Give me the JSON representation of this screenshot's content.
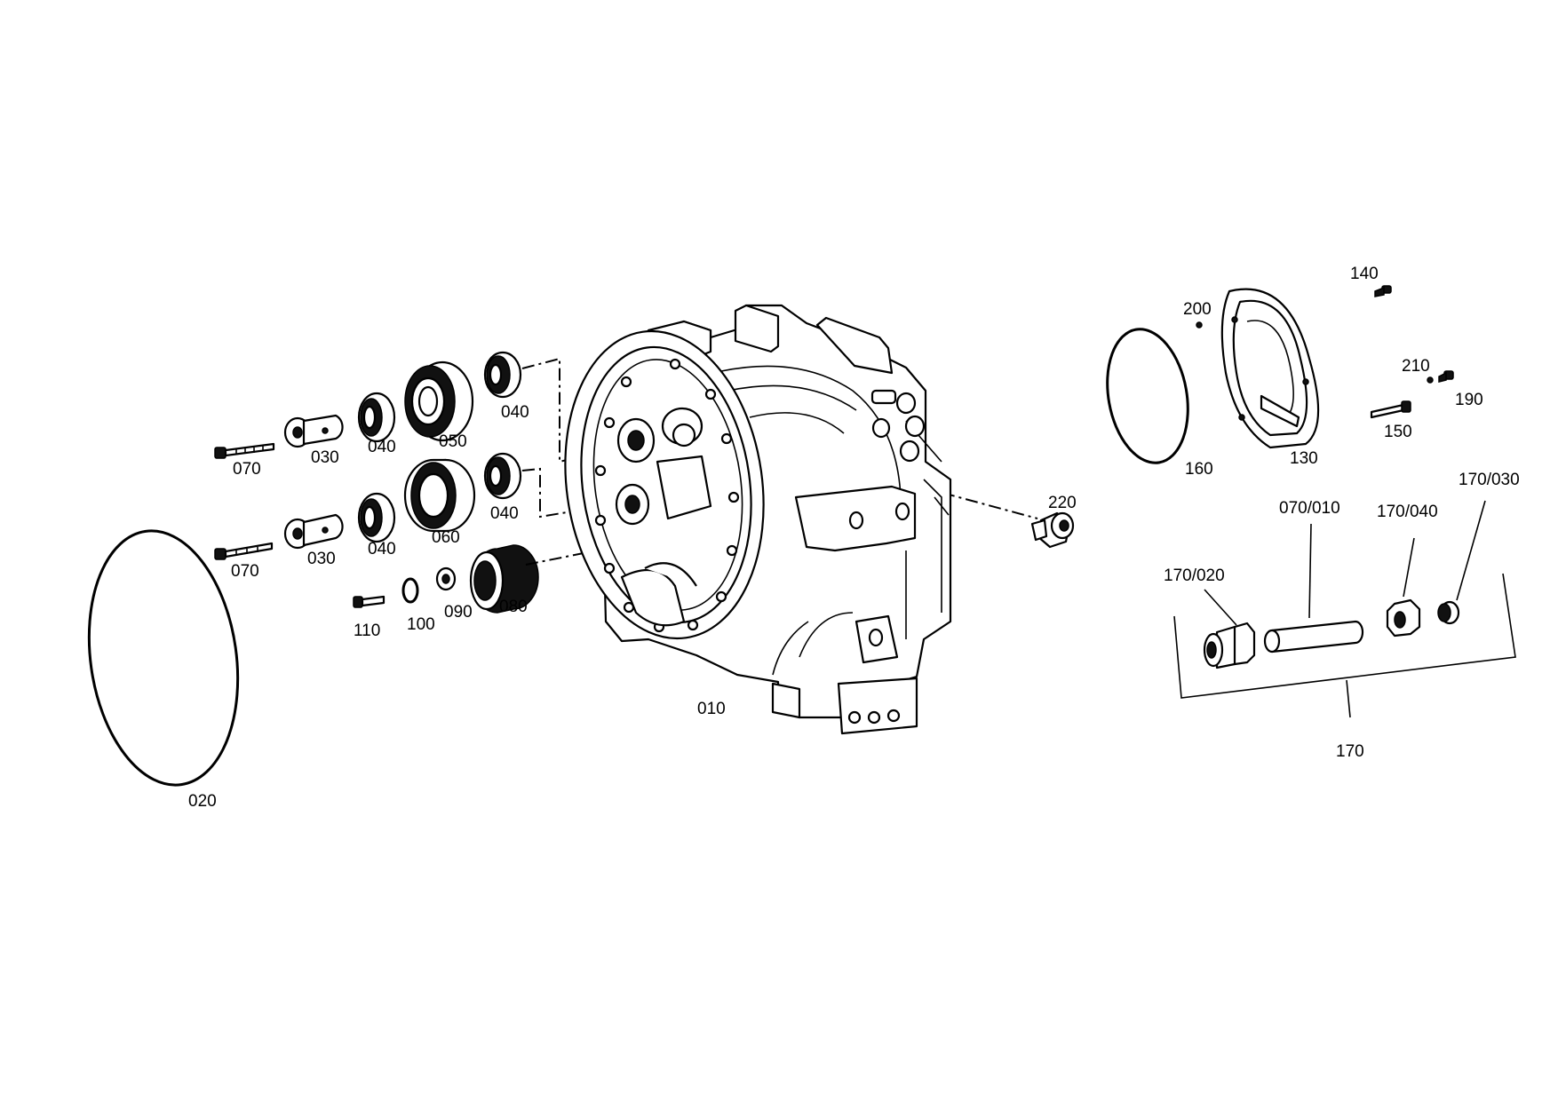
{
  "labels": {
    "l010": "010",
    "l020": "020",
    "l030a": "030",
    "l030b": "030",
    "l040a": "040",
    "l040b": "040",
    "l040c": "040",
    "l040d": "040",
    "l050": "050",
    "l060": "060",
    "l070a": "070",
    "l070b": "070",
    "l080": "080",
    "l090": "090",
    "l100": "100",
    "l110": "110",
    "l130": "130",
    "l140": "140",
    "l150": "150",
    "l160": "160",
    "l170": "170",
    "l170_020": "170/020",
    "l170_030": "170/030",
    "l170_040": "170/040",
    "l070_010": "070/010",
    "l190": "190",
    "l200": "200",
    "l210": "210",
    "l220": "220"
  }
}
